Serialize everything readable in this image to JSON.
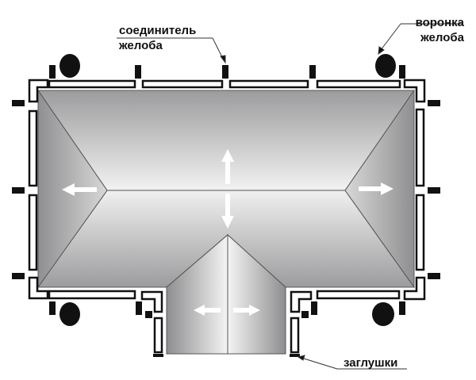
{
  "labels": {
    "connector_line1": "соединитель",
    "connector_line2": "желоба",
    "funnel_line1": "воронка",
    "funnel_line2": "желоба",
    "caps": "заглушки"
  },
  "colors": {
    "roof": "#a9a9ab",
    "gutter_stroke": "#111111",
    "arrow": "#ffffff"
  }
}
